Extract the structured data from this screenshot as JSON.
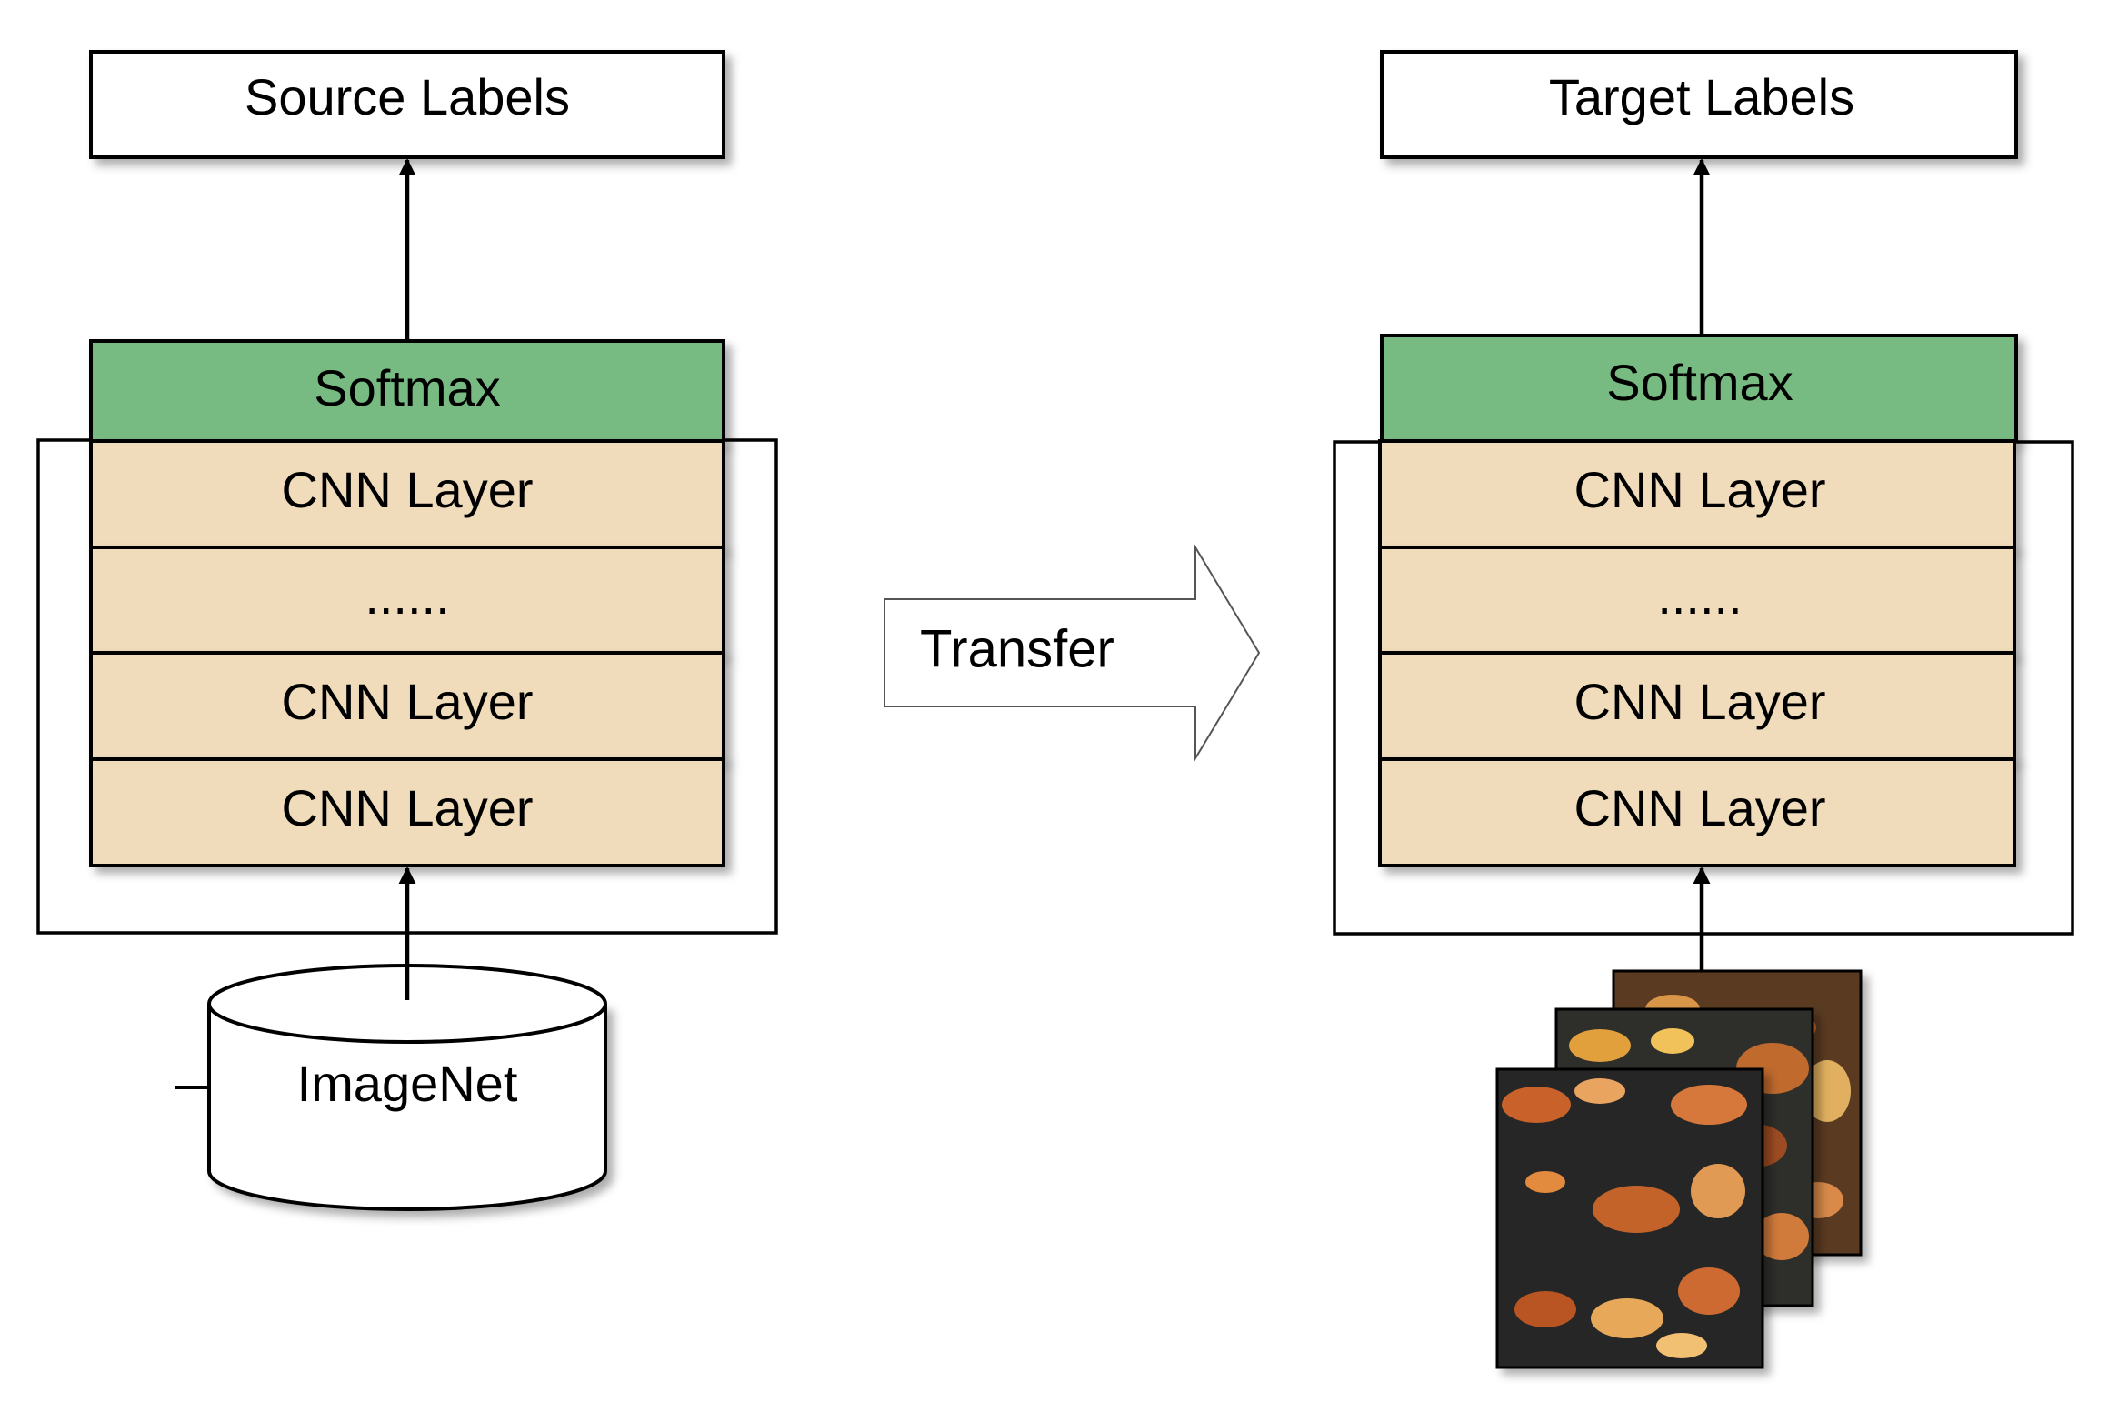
{
  "colors": {
    "softmax": "#78bb82",
    "cnn": "#f0dcbb",
    "stroke": "#000000",
    "background": "#ffffff"
  },
  "source": {
    "labels_box": "Source Labels",
    "softmax": "Softmax",
    "layers": [
      "CNN Layer",
      "......",
      "CNN Layer",
      "CNN Layer"
    ],
    "database": "ImageNet"
  },
  "transfer": {
    "label": "Transfer"
  },
  "target": {
    "labels_box": "Target Labels",
    "softmax": "Softmax",
    "layers": [
      "CNN Layer",
      "......",
      "CNN Layer",
      "CNN Layer"
    ],
    "images_icon": "stacked-food-photos"
  }
}
